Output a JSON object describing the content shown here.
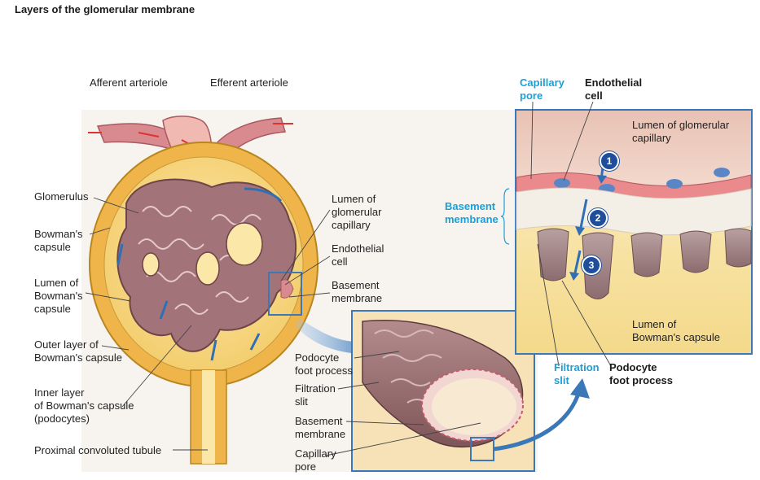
{
  "title": "Layers of the glomerular membrane",
  "left_panel": {
    "afferent": "Afferent arteriole",
    "efferent": "Efferent arteriole",
    "glomerulus": "Glomerulus",
    "bowmans_capsule": [
      "Bowman's",
      "capsule"
    ],
    "lumen_bowman": [
      "Lumen of",
      "Bowman's",
      "capsule"
    ],
    "outer_layer": [
      "Outer layer of",
      "Bowman's capsule"
    ],
    "inner_layer": [
      "Inner layer",
      "of Bowman's capsule",
      "(podocytes)"
    ],
    "proximal": "Proximal convoluted tubule",
    "lumen_capillary": [
      "Lumen of",
      "glomerular",
      "capillary"
    ],
    "endothelial": [
      "Endothelial",
      "cell"
    ],
    "basement": [
      "Basement",
      "membrane"
    ]
  },
  "middle_panel": {
    "podocyte_foot": [
      "Podocyte",
      "foot process"
    ],
    "filtration_slit": [
      "Filtration",
      "slit"
    ],
    "basement": [
      "Basement",
      "membrane"
    ],
    "capillary_pore": [
      "Capillary",
      "pore"
    ]
  },
  "right_panel": {
    "capillary_pore": [
      "Capillary",
      "pore"
    ],
    "endothelial": [
      "Endothelial",
      "cell"
    ],
    "lumen_capillary": [
      "Lumen of glomerular",
      "capillary"
    ],
    "basement": [
      "Basement",
      "membrane"
    ],
    "lumen_bowman": [
      "Lumen of",
      "Bowman's capsule"
    ],
    "filtration_slit": [
      "Filtration",
      "slit"
    ],
    "podocyte_foot": [
      "Podocyte",
      "foot process"
    ],
    "steps": [
      "1",
      "2",
      "3"
    ]
  },
  "colors": {
    "accent_blue": "#1a9fd6",
    "step_blue": "#1f4f9a",
    "capsule_yellow": "#f2c45c",
    "capillary_mauve": "#a27378",
    "vessel_pink": "#d98a8f",
    "frame_blue": "#3b78b8"
  }
}
